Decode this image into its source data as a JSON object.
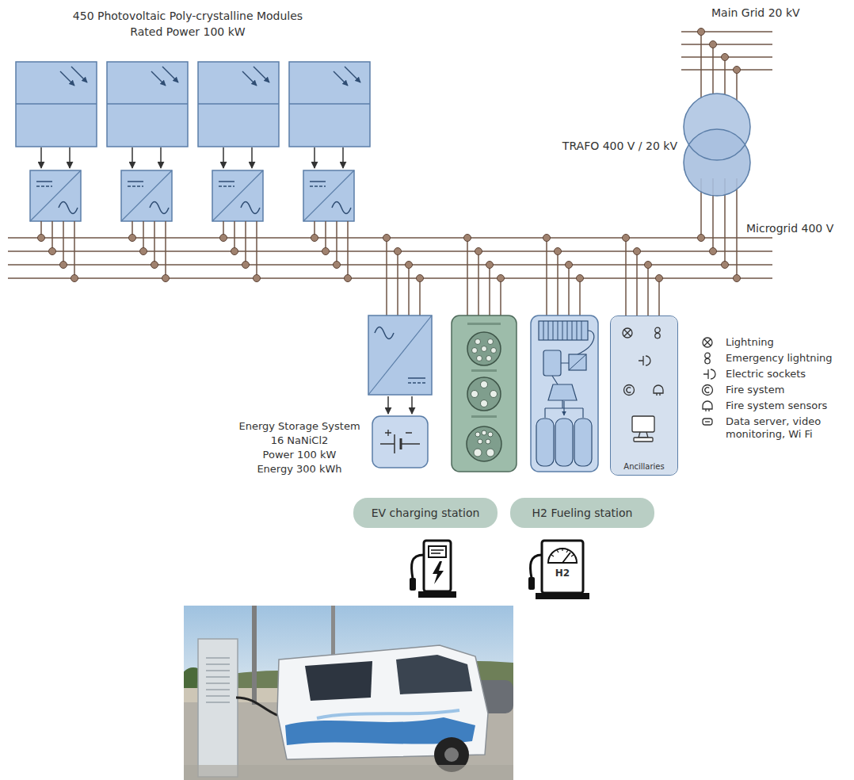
{
  "diagram": {
    "nodes": [
      {
        "text": [
          "EV charging station"
        ]
      },
      {
        "text": [
          "H2 Fueling station"
        ]
      },
      {
        "text": [
          "Ancillaries"
        ]
      }
    ],
    "labels": [
      "450 Photovoltaic Poly-crystalline Modules",
      "Rated Power 100 kW",
      "Main Grid 20 kV",
      "TRAFO 400 V / 20 kV",
      "Microgrid 400 V",
      "Energy Storage System",
      "16 NaNiCl2",
      "Power 100 kW",
      "Energy 300 kWh",
      "H2"
    ],
    "legend": [
      {
        "text": "Lightning"
      },
      {
        "text": "Emergency lightning"
      },
      {
        "text": "Electric sockets"
      },
      {
        "text": "Fire system"
      },
      {
        "text": "Fire system sensors"
      },
      {
        "text": "Data server, video monitoring, Wi Fi"
      }
    ]
  }
}
